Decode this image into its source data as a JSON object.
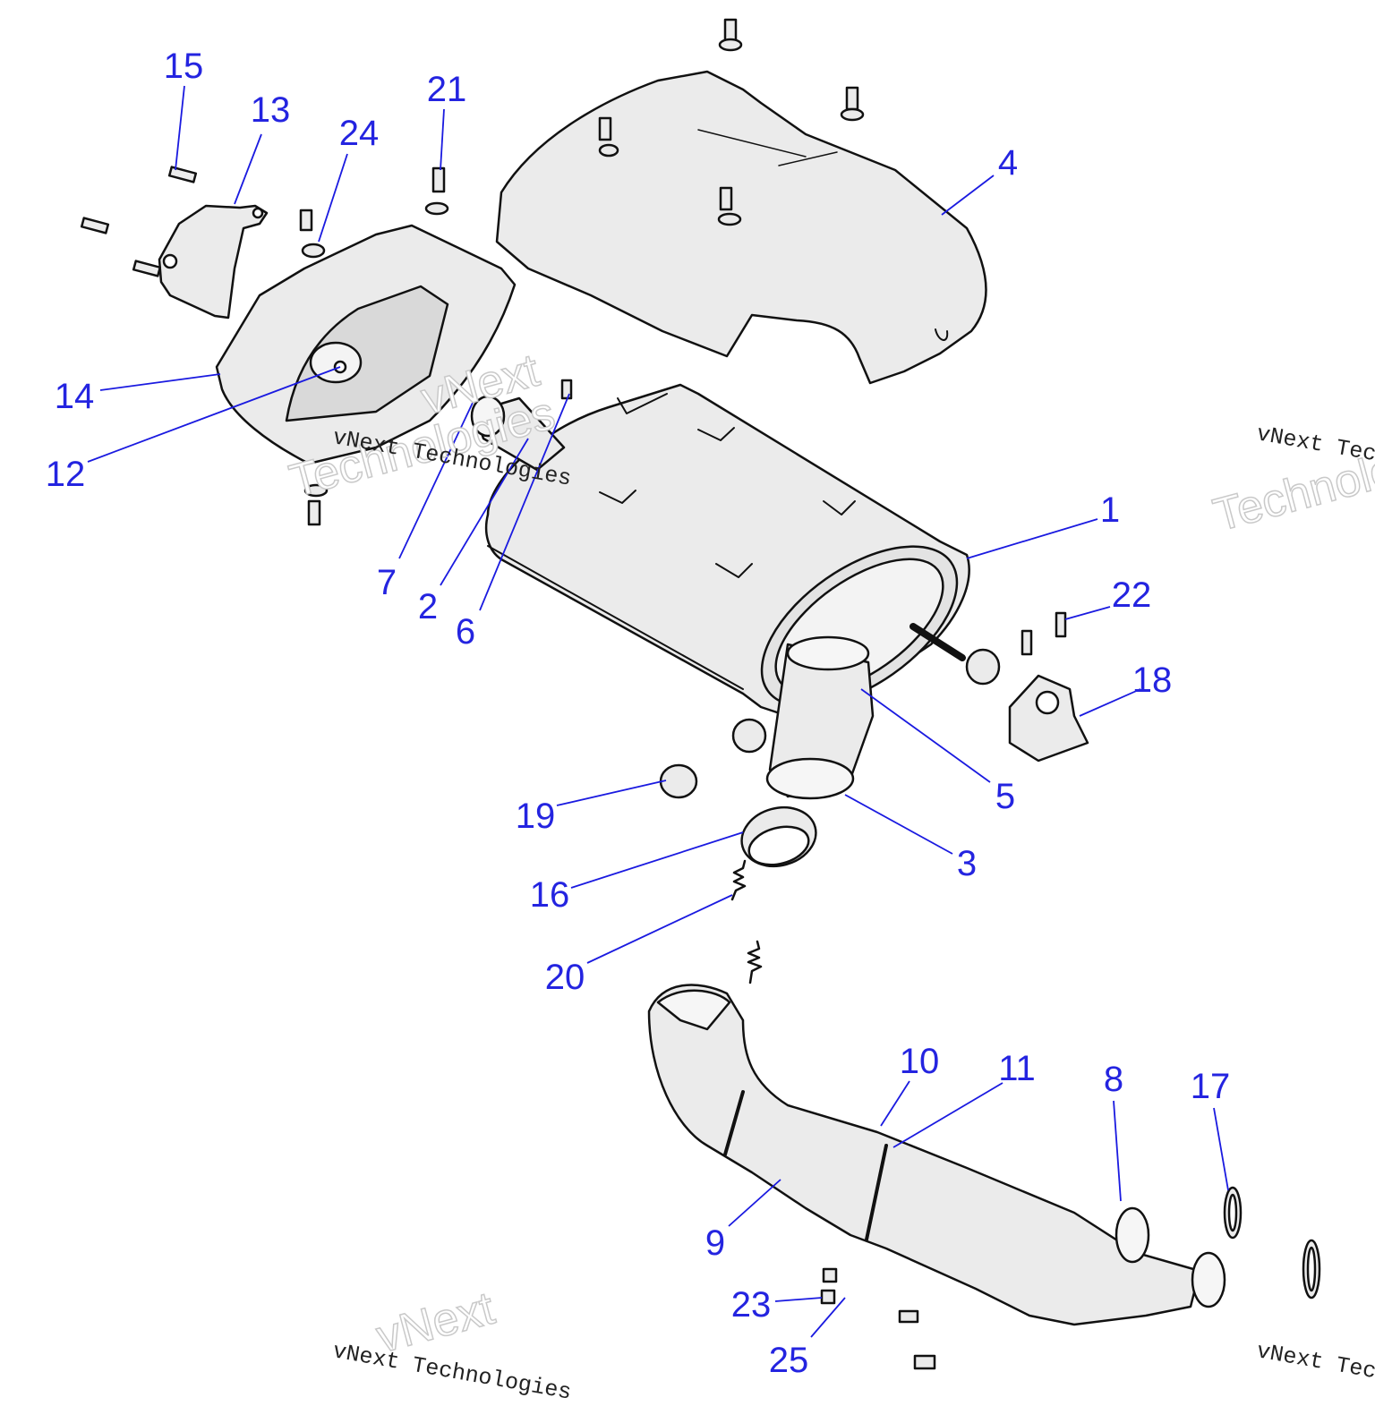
{
  "colors": {
    "callout": "#2424e0",
    "leader": "#1a1ae0",
    "part_fill": "#ebebeb",
    "part_stroke": "#111111",
    "background": "#ffffff"
  },
  "callouts": [
    {
      "label": "1",
      "part": "muffler"
    },
    {
      "label": "2",
      "part": "inlet-pipe"
    },
    {
      "label": "3",
      "part": "outlet-tip"
    },
    {
      "label": "4",
      "part": "upper-heat-shield"
    },
    {
      "label": "5",
      "part": "outlet-clamp"
    },
    {
      "label": "6",
      "part": "stud"
    },
    {
      "label": "7",
      "part": "nut"
    },
    {
      "label": "8",
      "part": "head-pipe-seal"
    },
    {
      "label": "9",
      "part": "head-pipe"
    },
    {
      "label": "10",
      "part": "head-pipe-shield"
    },
    {
      "label": "11",
      "part": "band-clamp"
    },
    {
      "label": "12",
      "part": "end-cap"
    },
    {
      "label": "13",
      "part": "mount-bracket"
    },
    {
      "label": "14",
      "part": "end-heat-shield"
    },
    {
      "label": "15",
      "part": "bracket-bolt"
    },
    {
      "label": "16",
      "part": "sealing-ring"
    },
    {
      "label": "17",
      "part": "exhaust-gasket"
    },
    {
      "label": "18",
      "part": "hanger-bracket"
    },
    {
      "label": "19",
      "part": "isolator-grommet"
    },
    {
      "label": "20",
      "part": "spring"
    },
    {
      "label": "21",
      "part": "shield-screw"
    },
    {
      "label": "22",
      "part": "hanger-bolt"
    },
    {
      "label": "23",
      "part": "flange-nut"
    },
    {
      "label": "24",
      "part": "washer"
    },
    {
      "label": "25",
      "part": "stud-nut"
    }
  ],
  "watermark": {
    "text": "vNext Technologies",
    "outline_line1": "vNext",
    "outline_line2": "Technologies"
  }
}
